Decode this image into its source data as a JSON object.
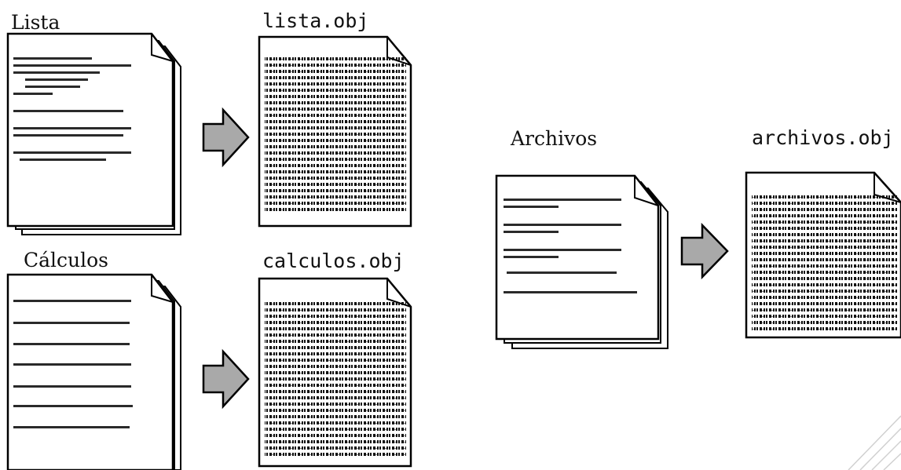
{
  "labels": {
    "lista": "Lista",
    "lista_obj": "lista.obj",
    "calculos": "Cálculos",
    "calculos_obj": "calculos.obj",
    "archivos": "Archivos",
    "archivos_obj": "archivos.obj"
  },
  "colors": {
    "arrow_fill": "#a9a9a9",
    "outline": "#000000",
    "page": "#ffffff",
    "text_lines": "#2a2a2a"
  }
}
